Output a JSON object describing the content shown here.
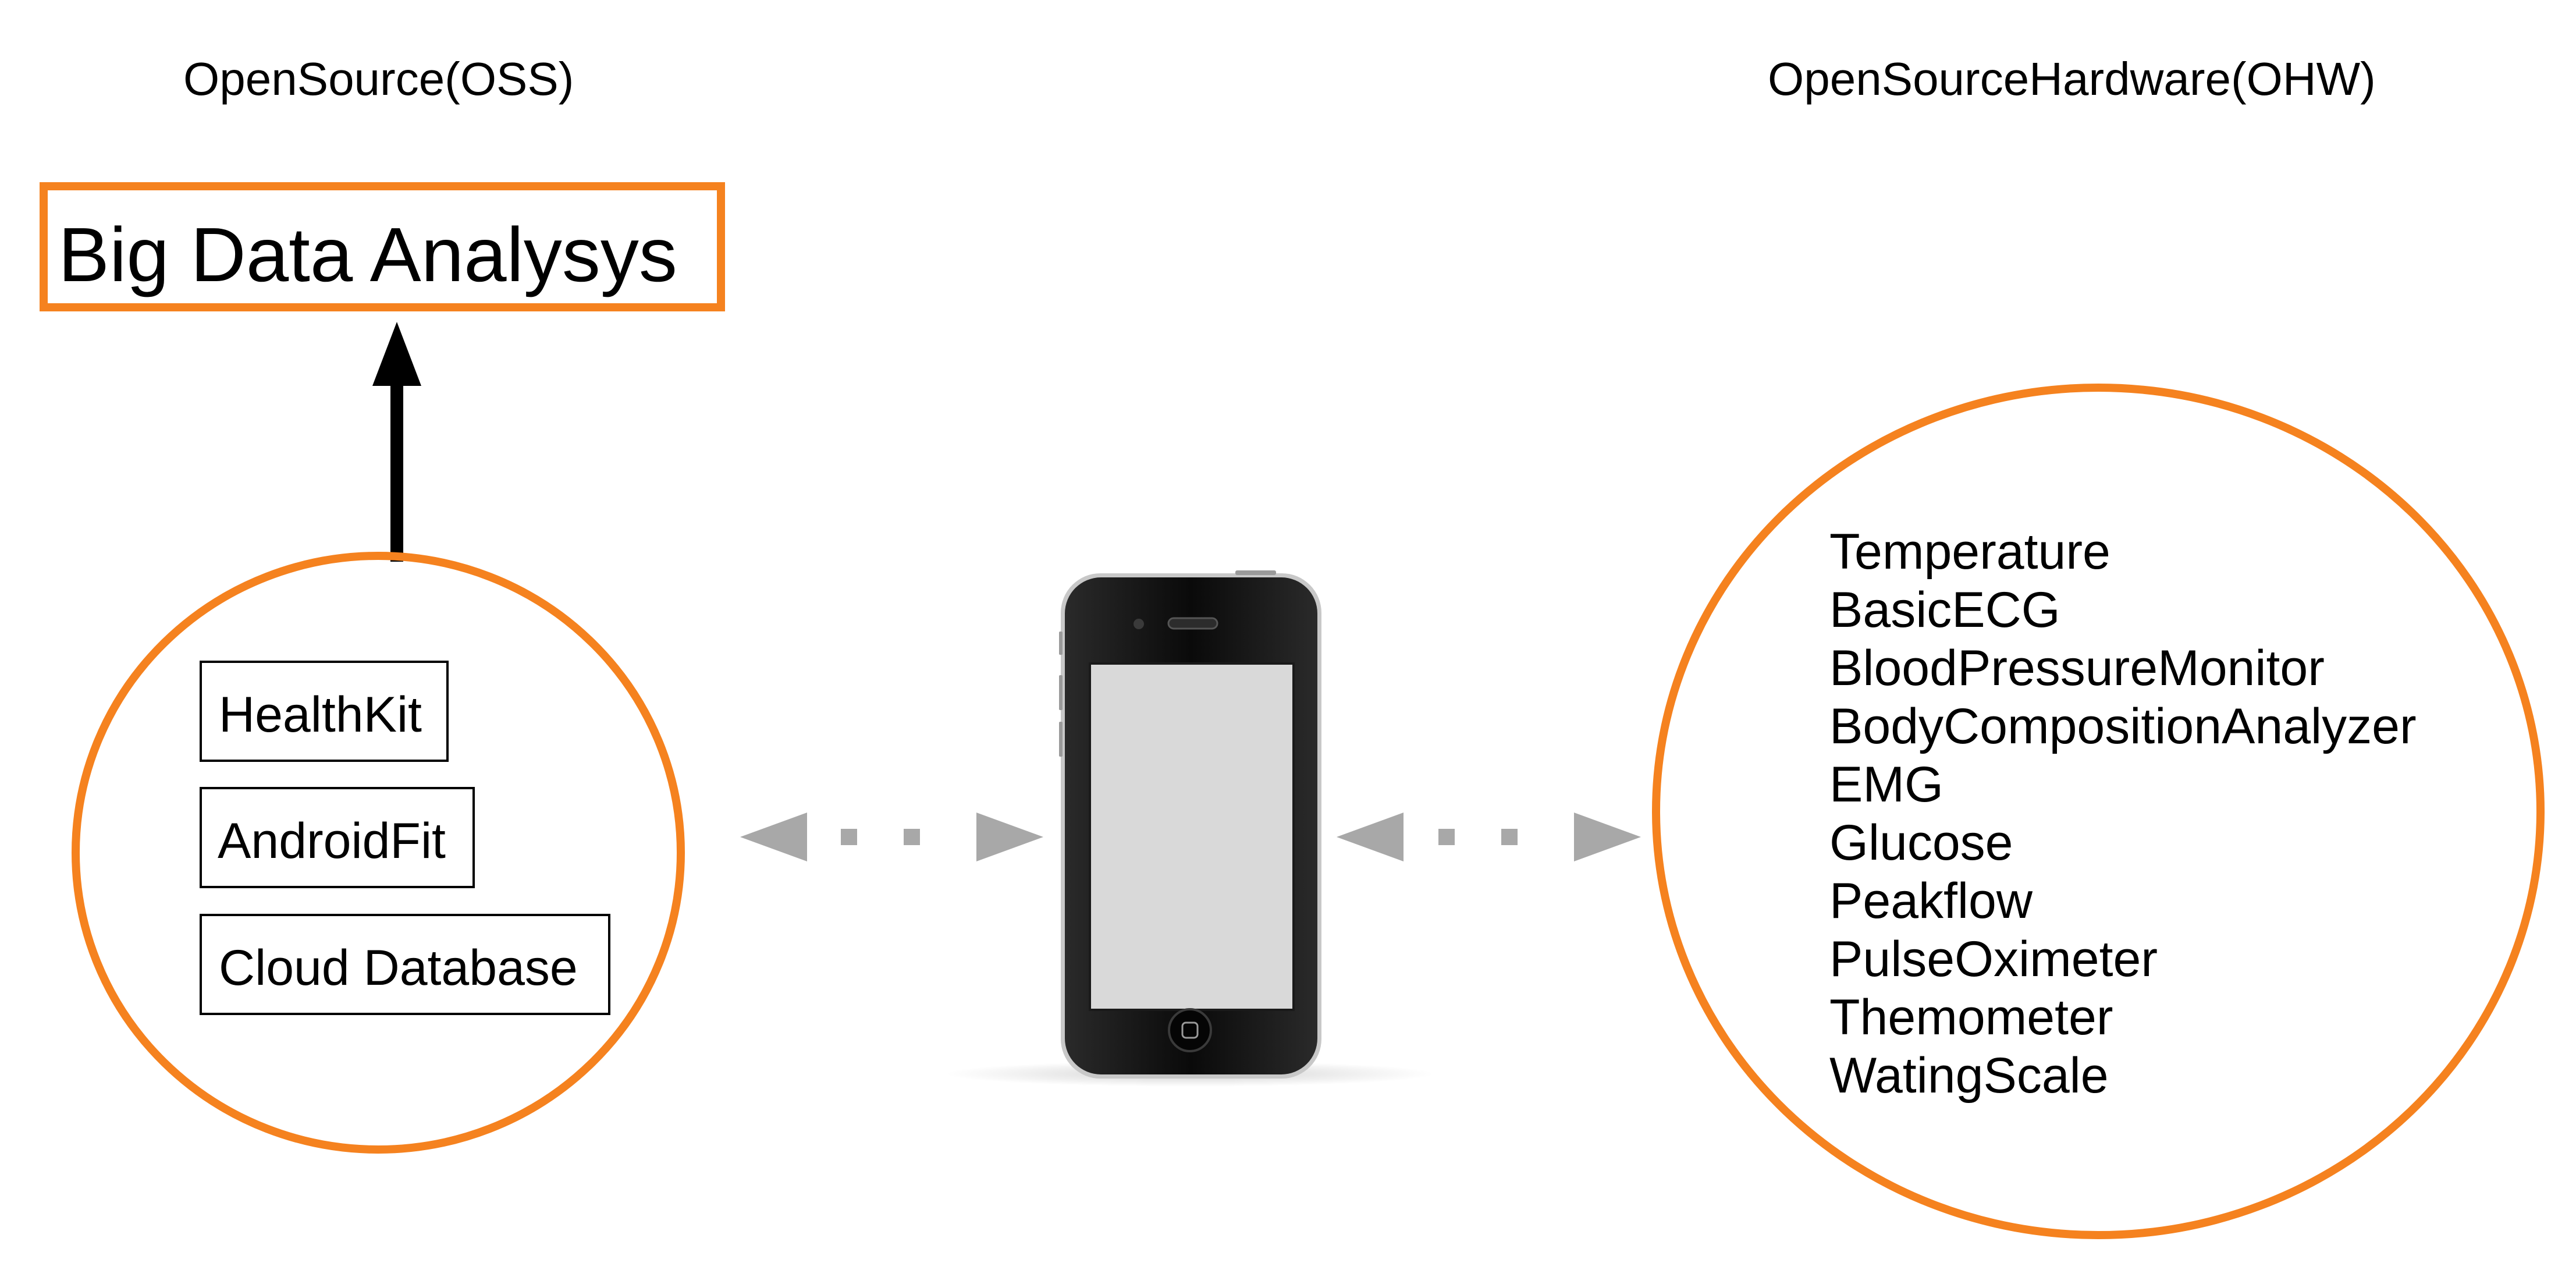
{
  "headings": {
    "oss": "OpenSource(OSS)",
    "ohw": "OpenSourceHardware(OHW)"
  },
  "analysis_box": {
    "label": "Big Data Analysys"
  },
  "oss_circle": {
    "items": [
      "HealthKit",
      "AndroidFit",
      "Cloud Database"
    ]
  },
  "ohw_circle": {
    "items": [
      "Temperature",
      "BasicECG",
      "BloodPressureMonitor",
      "BodyCompositionAnalyzer",
      "EMG",
      "Glucose",
      "Peakflow",
      "PulseOximeter",
      "Themometer",
      "WatingScale"
    ]
  },
  "colors": {
    "accent": "#f5821f",
    "connector": "#a8a8a8",
    "text": "#000000"
  },
  "icons": {
    "device": "smartphone-icon",
    "up_arrow": "arrow-up-icon",
    "bidirectional": "dotted-double-arrow-icon"
  }
}
